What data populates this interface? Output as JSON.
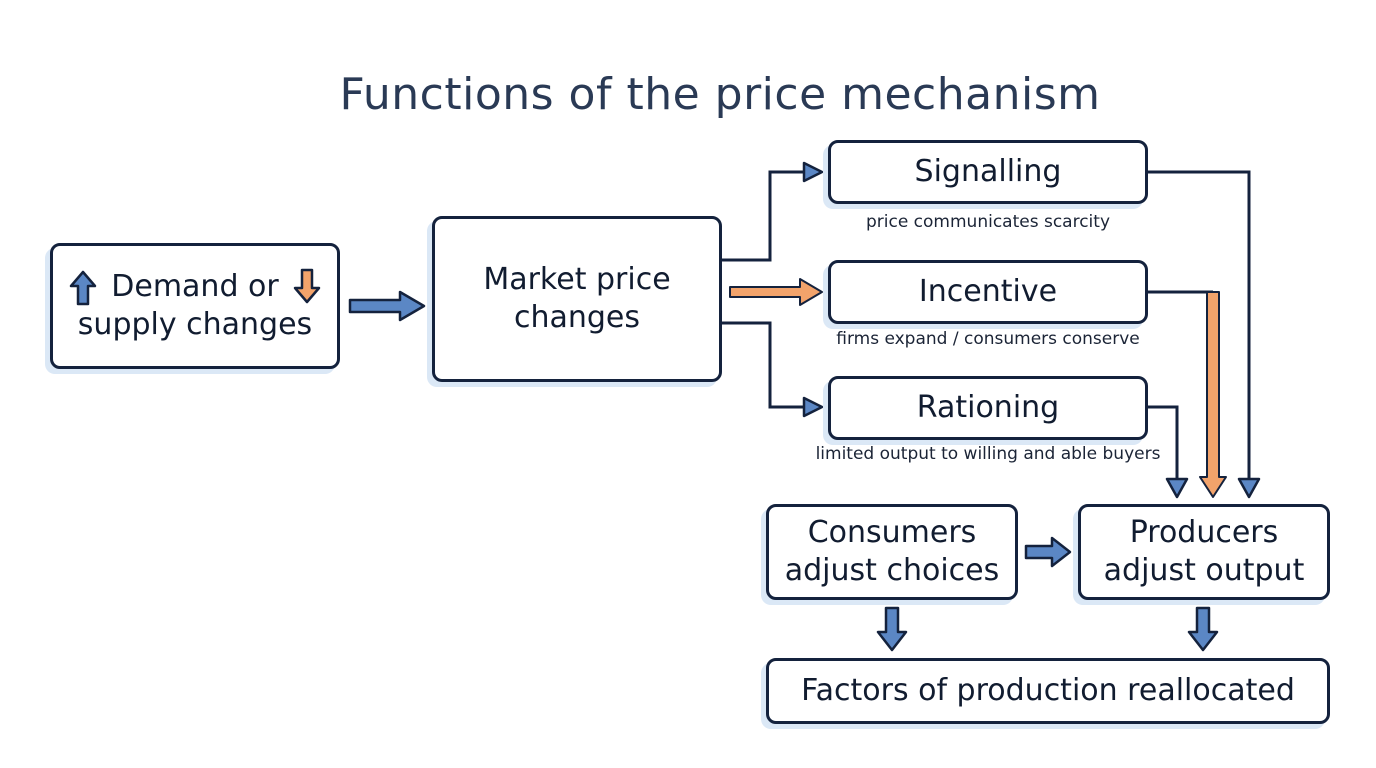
{
  "title": "Functions of the price mechanism",
  "nodes": {
    "demand_supply": {
      "label": "Demand or supply changes",
      "line1": "Demand or",
      "line2": "supply changes"
    },
    "market_price": {
      "line1": "Market price",
      "line2": "changes"
    },
    "signalling": {
      "label": "Signalling",
      "caption": "price communicates scarcity"
    },
    "incentive": {
      "label": "Incentive",
      "caption": "firms expand / consumers conserve"
    },
    "rationing": {
      "label": "Rationing",
      "caption": "limited output to willing and able buyers"
    },
    "consumers": {
      "line1": "Consumers",
      "line2": "adjust choices"
    },
    "producers": {
      "line1": "Producers",
      "line2": "adjust output"
    },
    "factors": {
      "label": "Factors of production reallocated"
    }
  },
  "colors": {
    "dark": "#14223d",
    "blue_arrow": "#5b87c5",
    "orange_arrow": "#f2a36b",
    "shadow": "#dbe8f6"
  },
  "icons": [
    "up-arrow-icon",
    "down-arrow-icon"
  ]
}
